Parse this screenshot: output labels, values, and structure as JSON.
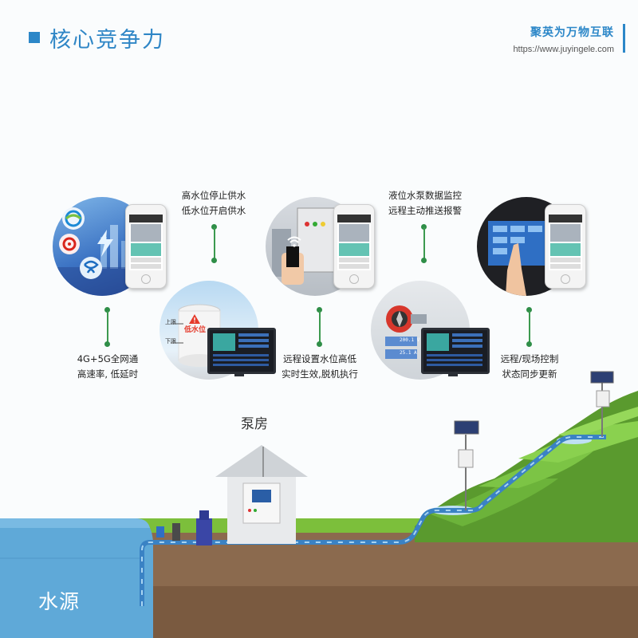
{
  "header": {
    "title": "核心竞争力",
    "brand_name": "聚英为万物互联",
    "brand_url": "https://www.juyingele.com"
  },
  "features": [
    {
      "line1": "4G+5G全网通",
      "line2": "高速率, 低延时"
    },
    {
      "line1": "高水位停止供水",
      "line2": "低水位开启供水"
    },
    {
      "line1": "远程设置水位高低",
      "line2": "实时生效,脱机执行"
    },
    {
      "line1": "液位水泵数据监控",
      "line2": "远程主动推送报警"
    },
    {
      "line1": "远程/现场控制",
      "line2": "状态同步更新"
    }
  ],
  "tank": {
    "upper_label": "上限",
    "lower_label": "下限",
    "alarm_label": "低水位"
  },
  "pump_readings": [
    "200.1 V",
    "25.1 A"
  ],
  "scene": {
    "pump_house_label": "泵房",
    "water_source_label": "水源"
  },
  "colors": {
    "accent": "#2c87c8",
    "connector": "#3c9a4f",
    "water": "#5fa9d8",
    "grass": "#7cbf3b",
    "soil": "#8b6a4e"
  },
  "icons": [
    "china-unicom-icon",
    "lightning-icon",
    "china-telecom-icon",
    "wifi-icon",
    "warning-icon",
    "solar-panel-icon",
    "antenna-icon"
  ]
}
